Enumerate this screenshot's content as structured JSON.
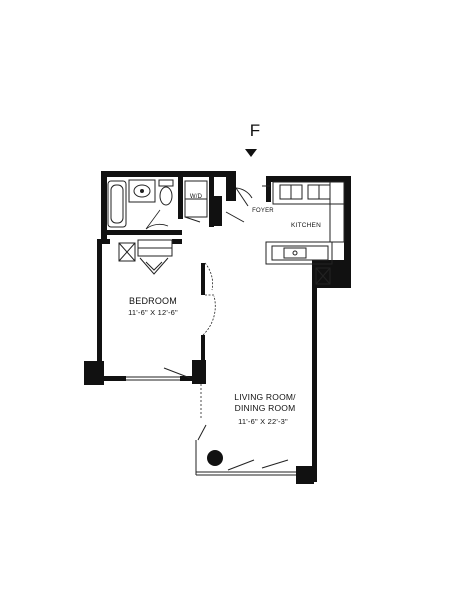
{
  "unit": {
    "letter": "F"
  },
  "rooms": {
    "foyer": {
      "name": "FOYER"
    },
    "kitchen": {
      "name": "KITCHEN"
    },
    "washer_dryer": {
      "name": "W/D"
    },
    "bedroom": {
      "name": "BEDROOM",
      "dimensions": "11'-6\" X 12'-6\""
    },
    "living": {
      "name_line1": "LIVING ROOM/",
      "name_line2": "DINING ROOM",
      "dimensions": "11'-6\" X 22'-3\""
    }
  },
  "colors": {
    "wall": "#111111",
    "line": "#222222",
    "background": "#ffffff"
  }
}
